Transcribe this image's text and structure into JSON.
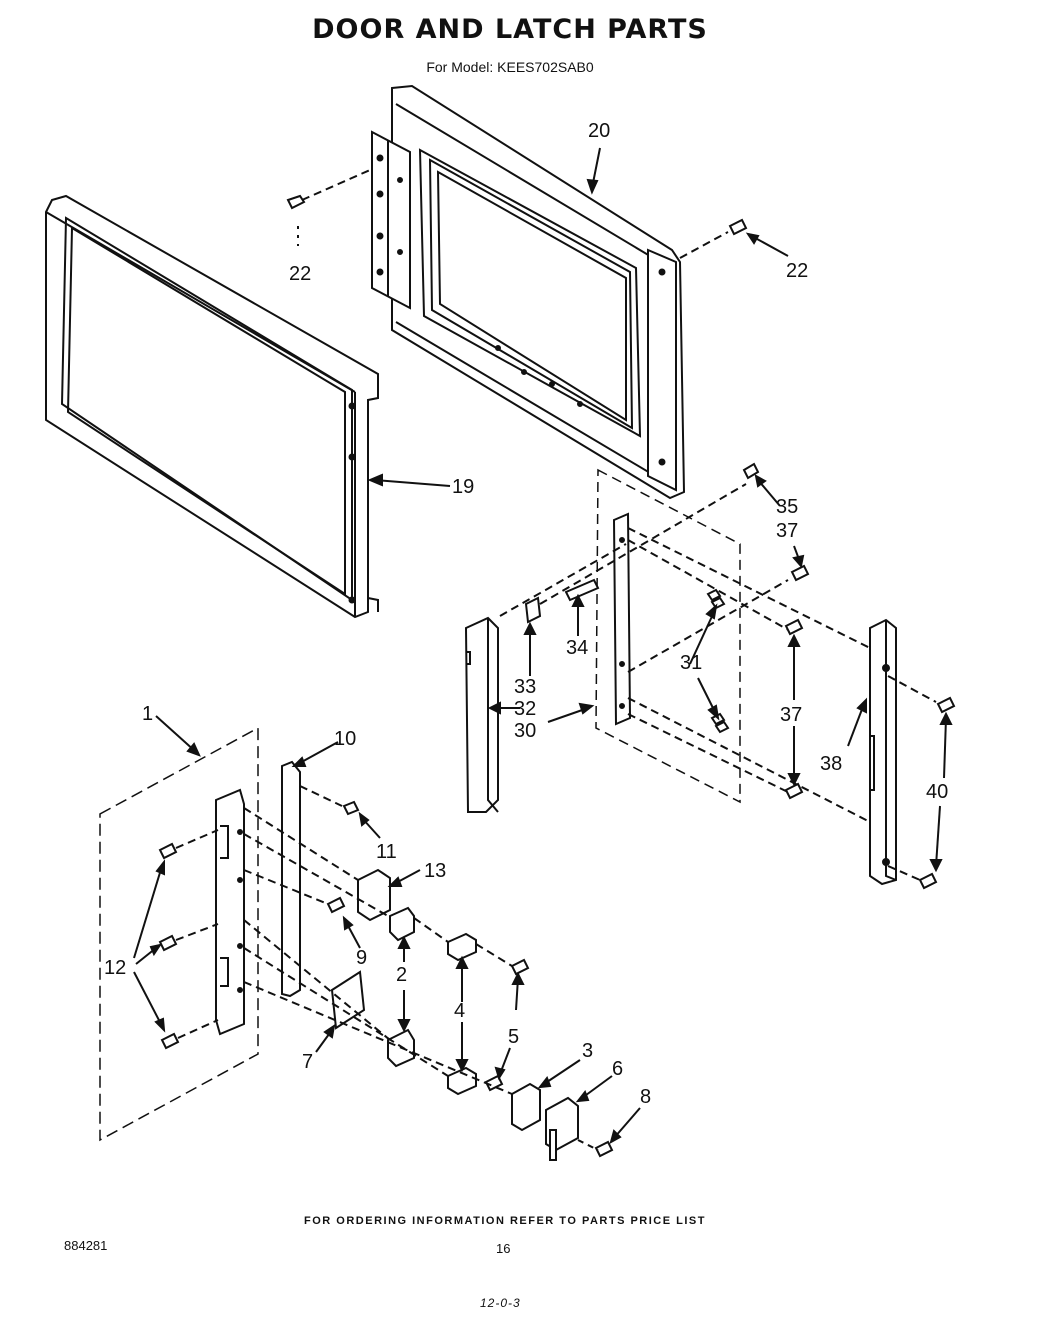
{
  "title": "DOOR AND LATCH PARTS",
  "subtitle": "For Model: KEES702SAB0",
  "callouts": {
    "p1": "1",
    "p2": "2",
    "p3": "3",
    "p4": "4",
    "p5": "5",
    "p6": "6",
    "p7": "7",
    "p8": "8",
    "p9": "9",
    "p10": "10",
    "p11": "11",
    "p12": "12",
    "p13": "13",
    "p19": "19",
    "p20": "20",
    "p22a": "22",
    "p22b": "22",
    "p30": "30",
    "p31": "31",
    "p32": "32",
    "p33": "33",
    "p34": "34",
    "p35": "35",
    "p37a": "37",
    "p37b": "37",
    "p38": "38",
    "p40": "40"
  },
  "footer": "FOR ORDERING INFORMATION REFER TO PARTS PRICE LIST",
  "doc_number": "884281",
  "page_number": "16",
  "handwritten_note": "12-0-3"
}
